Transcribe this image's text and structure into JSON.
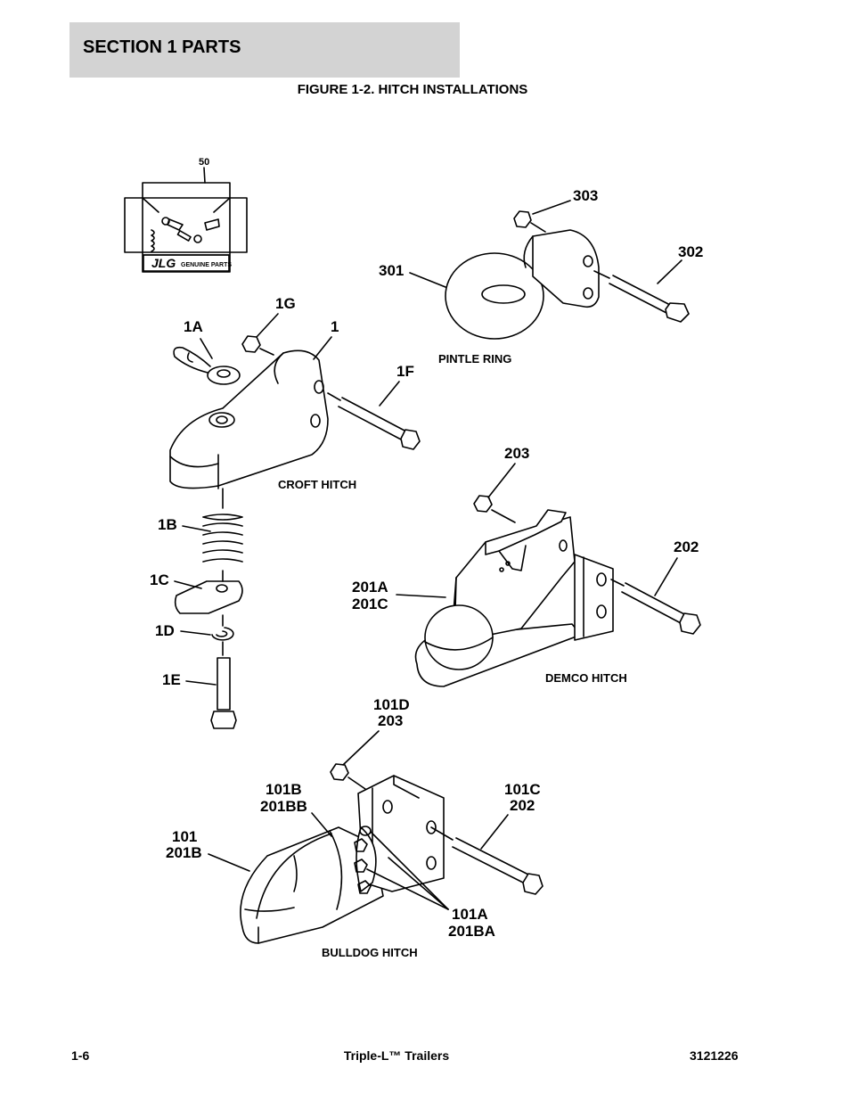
{
  "header": {
    "section": "SECTION 1  PARTS"
  },
  "figure": {
    "title": "FIGURE 1-2. HITCH INSTALLATIONS"
  },
  "kit": {
    "callout": "50",
    "brand": "JLG",
    "tag": "GENUINE PARTS"
  },
  "callouts": {
    "c1a": "1A",
    "c1g": "1G",
    "c1": "1",
    "c1f": "1F",
    "c1b": "1B",
    "c1c": "1C",
    "c1d": "1D",
    "c1e": "1E",
    "c301": "301",
    "c302": "302",
    "c303": "303",
    "c203": "203",
    "c202": "202",
    "c201a": "201A",
    "c201c": "201C",
    "c101d": "101D",
    "c101d_2": "203",
    "c101b": "101B",
    "c101b_2": "201BB",
    "c101c": "101C",
    "c101c_2": "202",
    "c101": "101",
    "c101_2": "201B",
    "c101a": "101A",
    "c101a_2": "201BA"
  },
  "captions": {
    "croft": "CROFT HITCH",
    "pintle": "PINTLE RING",
    "demco": "DEMCO HITCH",
    "bulldog": "BULLDOG HITCH"
  },
  "footer": {
    "page": "1-6",
    "product": "Triple-L™ Trailers",
    "doc_number": "3121226"
  }
}
